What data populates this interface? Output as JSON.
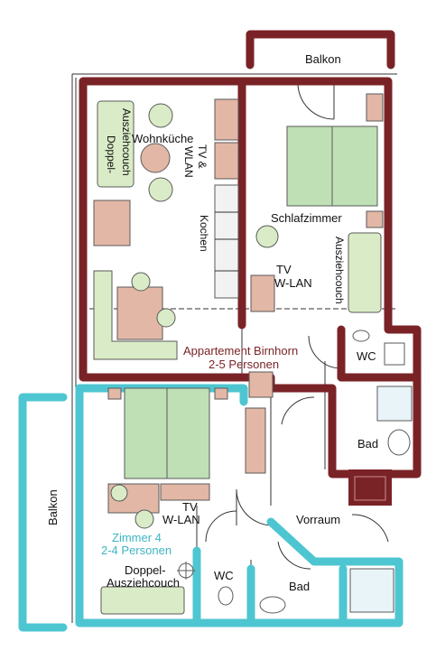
{
  "colors": {
    "apartment_wall": "#7a2327",
    "room_wall": "#4ec6d1",
    "bed": "#bfe0b5",
    "couch": "#d9ecc7",
    "table": "#e2b7a5",
    "wall_line": "#333333"
  },
  "labels": {
    "balkon_top": "Balkon",
    "balkon_left": "Balkon",
    "wohnkueche": "Wohnküche",
    "doppel_auszieh_1": "Doppel-",
    "doppel_auszieh_2": "Ausziehcouch",
    "tv_wlan_1": "TV &",
    "tv_wlan_2": "WLAN",
    "kochen": "Kochen",
    "schlafzimmer": "Schlafzimmer",
    "auszieh": "Ausziehcouch",
    "tv_1": "TV",
    "wlan_1": "W-LAN",
    "wc_1": "WC",
    "bad_1": "Bad",
    "apartment_name": "Appartement Birnhorn",
    "apartment_capacity": "2-5 Personen",
    "tv_2": "TV",
    "wlan_2": "W-LAN",
    "vorraum": "Vorraum",
    "zimmer_name": "Zimmer 4",
    "zimmer_capacity": "2-4 Personen",
    "doppel_2a": "Doppel-",
    "doppel_2b": "Ausziehcouch",
    "wc_2": "WC",
    "bad_2": "Bad"
  }
}
